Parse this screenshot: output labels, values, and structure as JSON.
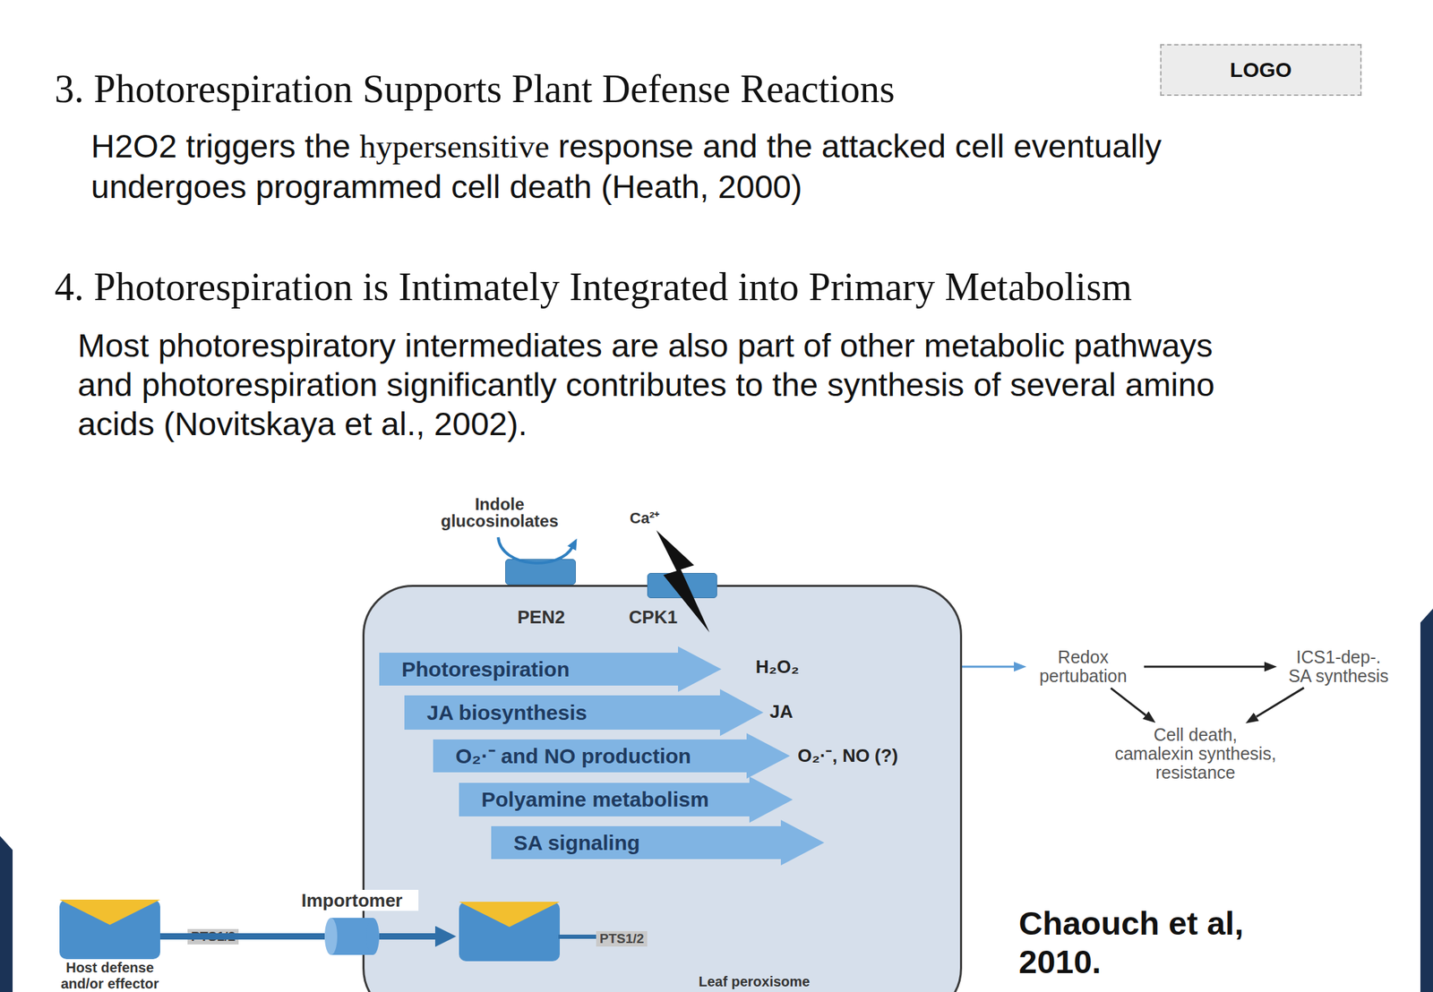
{
  "diagram": {
    "caption": "Chaouch et al, 2010.",
    "nodes": [
      {
        "text": [
          "PEN2"
        ]
      },
      {
        "text": [
          "CPK1"
        ]
      },
      {
        "text": [
          "Leaf peroxisome"
        ]
      },
      {
        "text": [
          "Photorespiration"
        ],
        "in": 2
      },
      {
        "text": [
          "JA biosynthesis"
        ],
        "in": 2
      },
      {
        "text": [
          "O₂·⁻ and NO production"
        ],
        "in": 2
      },
      {
        "text": [
          "Polyamine metabolism"
        ],
        "in": 2
      },
      {
        "text": [
          "SA signaling"
        ],
        "in": 2
      },
      {
        "text": [
          "Redox pertubation"
        ]
      },
      {
        "text": [
          "ICS1-dep-. SA synthesis"
        ]
      },
      {
        "text": [
          "Cell death, camalexin synthesis, resistance"
        ]
      },
      {
        "text": [
          "PTS1/2",
          "Host defense and/or effector"
        ]
      },
      {
        "text": [
          "Importomer"
        ]
      },
      {
        "text": [
          "PTS1/2"
        ],
        "in": 2
      }
    ],
    "edges": [
      {
        "from": 2,
        "to": 8,
        "arrow": "to"
      },
      {
        "from": 8,
        "to": 9,
        "arrow": "to"
      },
      {
        "from": 8,
        "to": 10,
        "arrow": "to"
      },
      {
        "from": 9,
        "to": 10,
        "arrow": "to"
      },
      {
        "from": 11,
        "to": 12,
        "arrow": "none"
      },
      {
        "from": 12,
        "to": 13,
        "arrow": "to"
      }
    ],
    "labels": [
      "3. Photorespiration Supports Plant Defense Reactions",
      "H2O2 triggers the",
      "hypersensitive",
      "response and the attacked cell eventually undergoes programmed cell death (Heath, 2000)",
      "4. Photorespiration is Intimately Integrated into Primary Metabolism",
      "Most photorespiratory intermediates are also part of other metabolic pathways and photorespiration significantly contributes to the synthesis of several amino acids (Novitskaya et al., 2002).",
      "LOGO",
      "Indole glucosinolates",
      "Ca²⁺",
      "H₂O₂",
      "JA",
      "O₂·⁻, NO (?)"
    ]
  }
}
